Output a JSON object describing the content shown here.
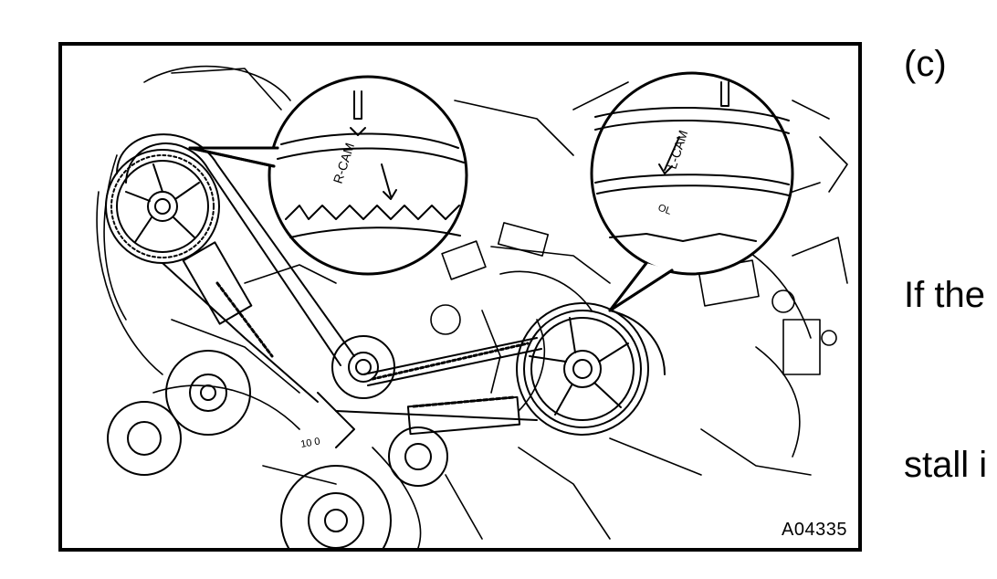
{
  "figure": {
    "code": "A04335",
    "callout_left_mark": "R-CAM",
    "callout_right_mark": "L-CAM",
    "callout_right_small": "OL",
    "gauge_mark": "10 0"
  },
  "step_label": "(c)",
  "text_lines": [
    "If the",
    "stall i"
  ]
}
